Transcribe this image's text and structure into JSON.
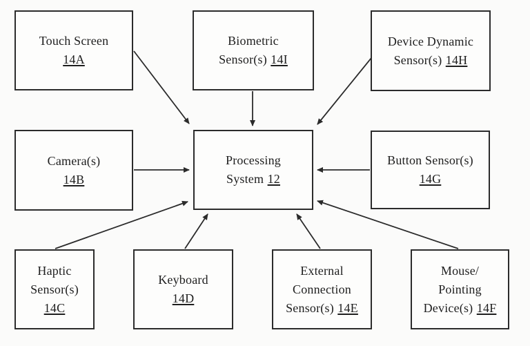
{
  "figure": {
    "type": "patent-block-diagram",
    "background_color": "#fbfbfa",
    "line_color": "#2b2b2b"
  },
  "nodes": {
    "touch_screen": {
      "label": "Touch Screen",
      "ref": "14A"
    },
    "biometric": {
      "label": "Biometric\nSensor(s)",
      "ref": "14I"
    },
    "device_dynamic": {
      "label": "Device Dynamic\nSensor(s)",
      "ref": "14H"
    },
    "camera": {
      "label": "Camera(s)",
      "ref": "14B"
    },
    "processing": {
      "label": "Processing\nSystem",
      "ref": "12"
    },
    "button_sensor": {
      "label": "Button Sensor(s)",
      "ref": "14G"
    },
    "haptic": {
      "label": "Haptic\nSensor(s)",
      "ref": "14C"
    },
    "keyboard": {
      "label": "Keyboard",
      "ref": "14D"
    },
    "external": {
      "label": "External\nConnection\nSensor(s)",
      "ref": "14E"
    },
    "mouse": {
      "label": "Mouse/\nPointing\nDevice(s)",
      "ref": "14F"
    }
  },
  "edges": [
    {
      "from": "touch_screen",
      "to": "processing"
    },
    {
      "from": "biometric",
      "to": "processing"
    },
    {
      "from": "device_dynamic",
      "to": "processing"
    },
    {
      "from": "camera",
      "to": "processing"
    },
    {
      "from": "button_sensor",
      "to": "processing"
    },
    {
      "from": "haptic",
      "to": "processing"
    },
    {
      "from": "keyboard",
      "to": "processing"
    },
    {
      "from": "external",
      "to": "processing"
    },
    {
      "from": "mouse",
      "to": "processing"
    }
  ]
}
